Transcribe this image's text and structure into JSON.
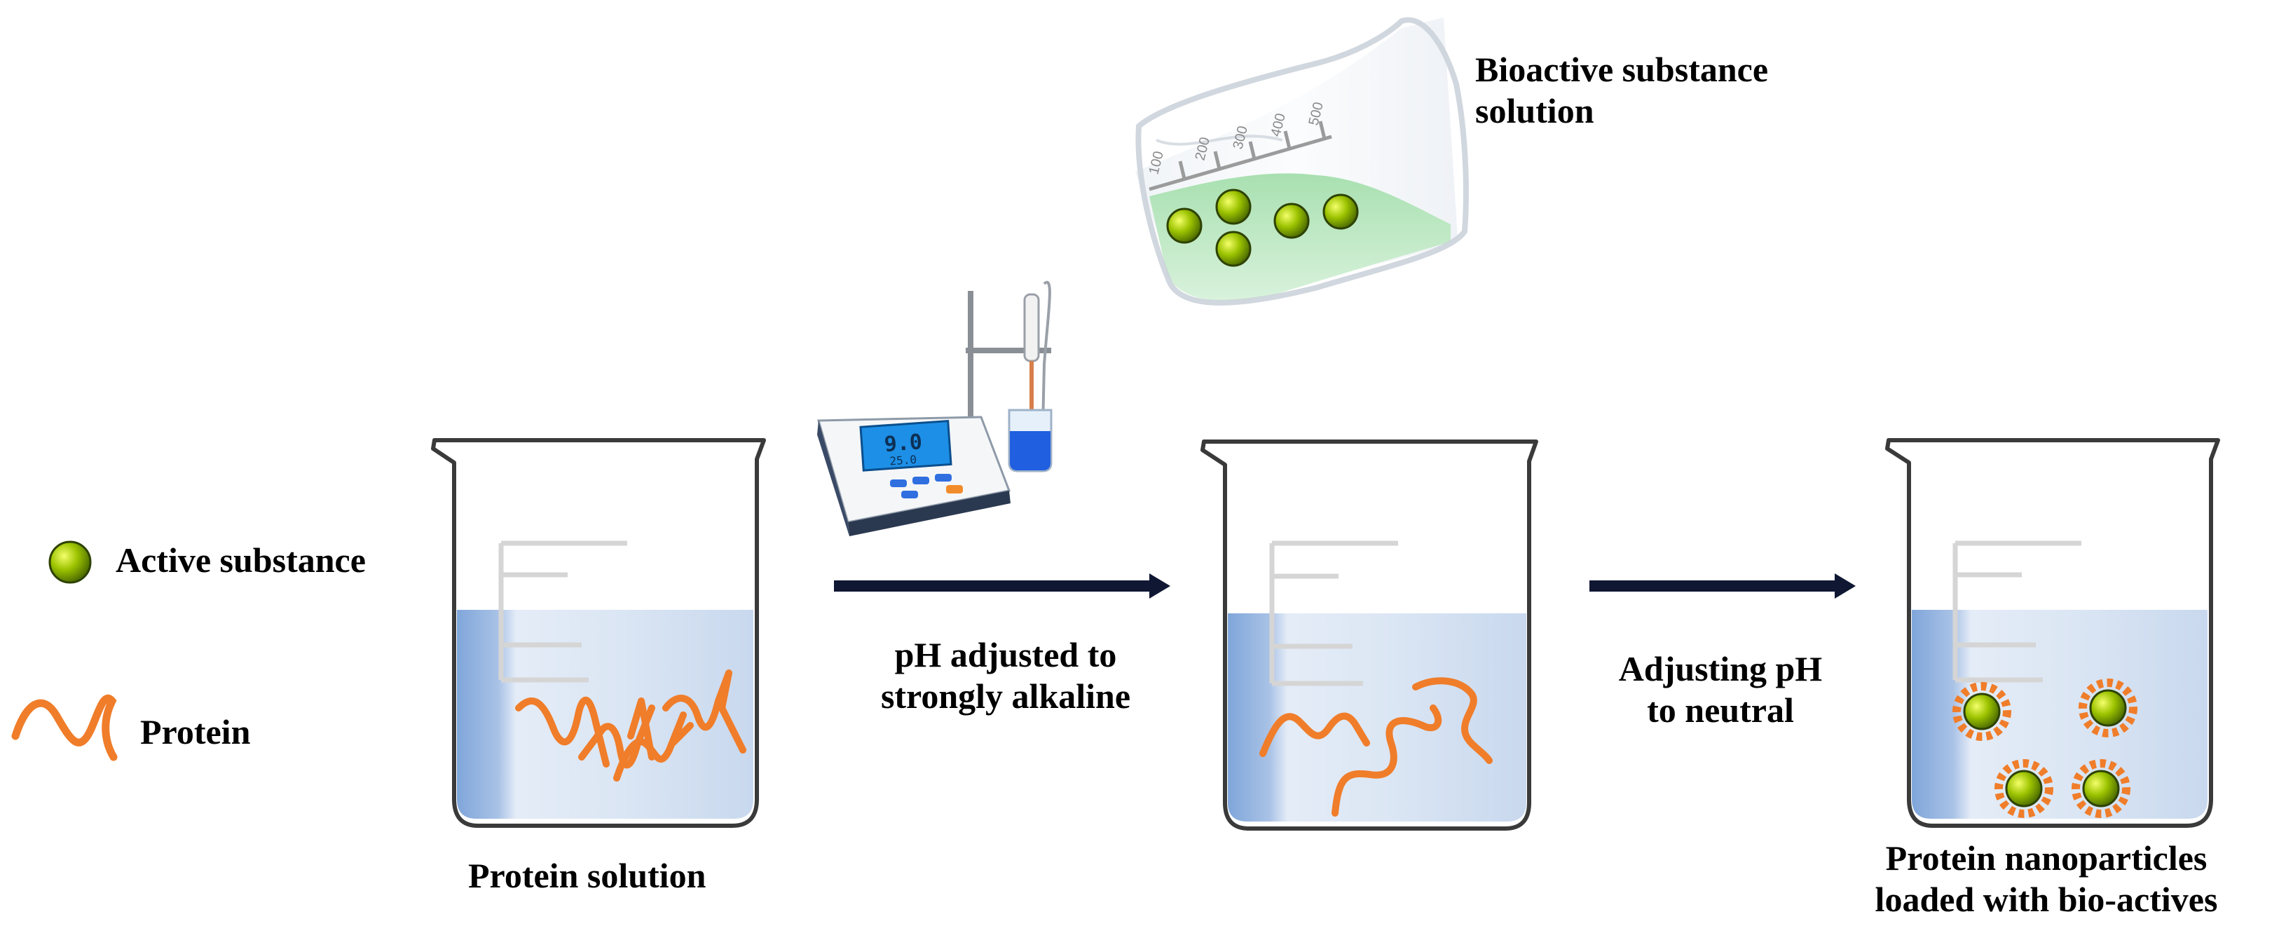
{
  "legend": {
    "active_substance": "Active substance",
    "protein": "Protein"
  },
  "labels": {
    "protein_solution": "Protein solution",
    "bioactive_line1": "Bioactive substance",
    "bioactive_line2": "solution",
    "step1_line1": "pH adjusted to",
    "step1_line2": "strongly alkaline",
    "step2_line1": "Adjusting pH",
    "step2_line2": "to neutral",
    "final_line1": "Protein nanoparticles",
    "final_line2": "loaded with bio-actives"
  },
  "meter_display": {
    "main": "9.0",
    "sub": "25.0"
  },
  "pour_beaker_ticks": [
    "100",
    "200",
    "300",
    "400",
    "500"
  ],
  "colors": {
    "liquid_blue": "#b9cfe9",
    "liquid_green": "#bfe7c4",
    "protein_orange": "#f07d2a",
    "particle_green": "#7ea300",
    "arrow": "#0f1733"
  }
}
